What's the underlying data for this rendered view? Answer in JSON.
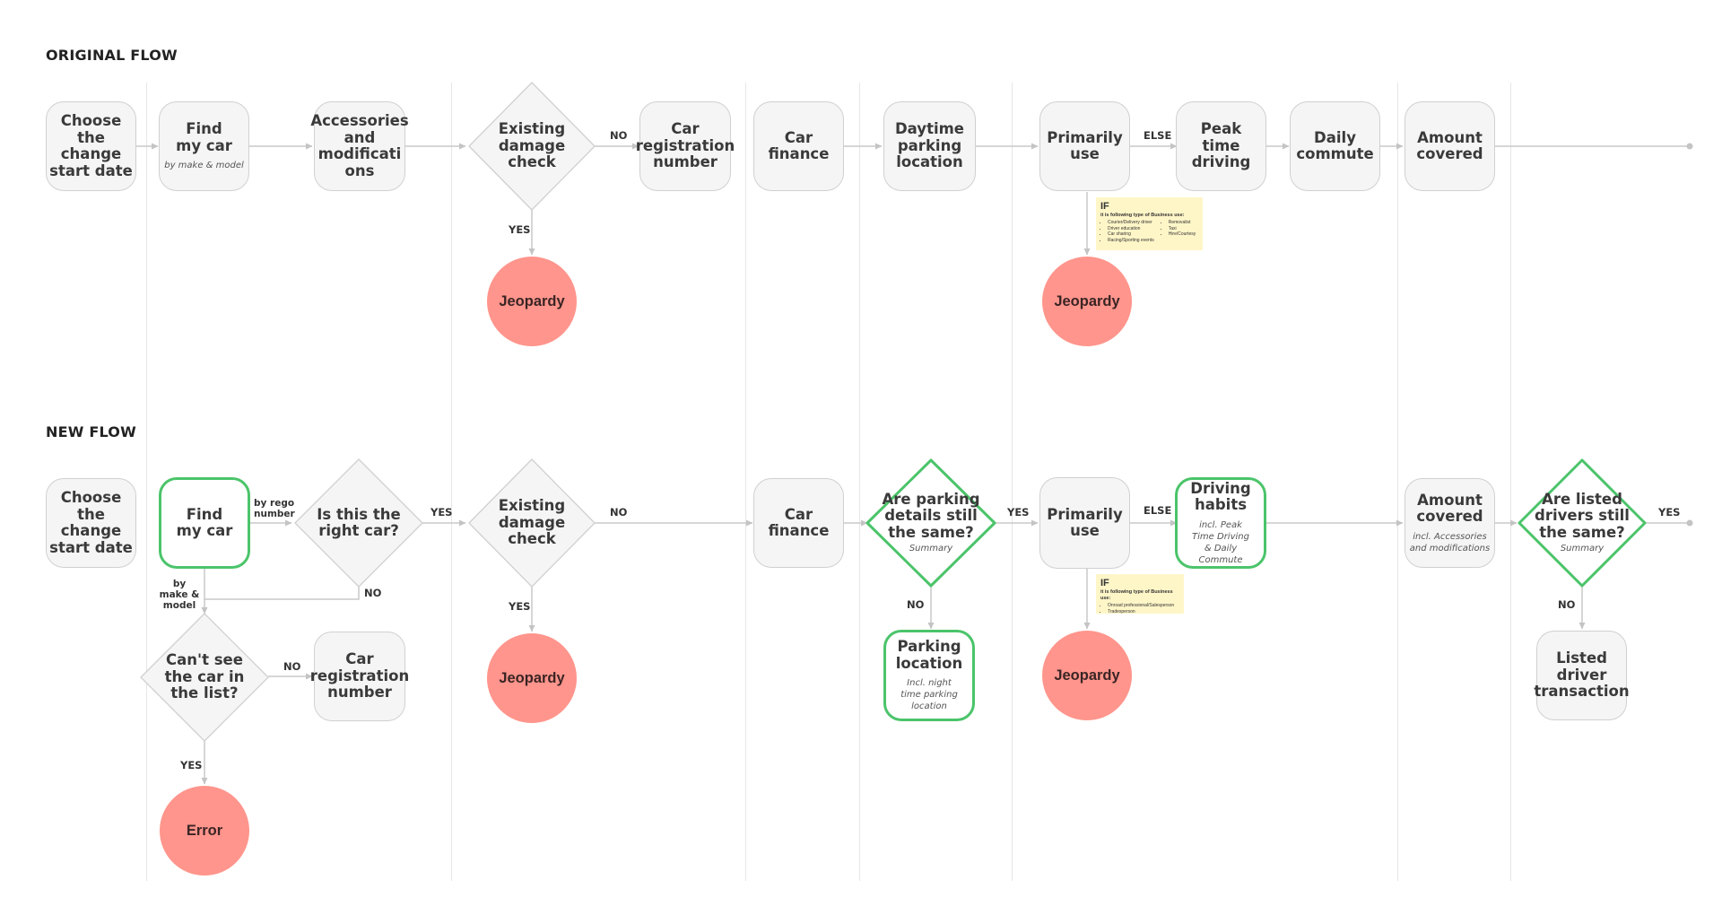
{
  "original": {
    "heading": "ORIGINAL FLOW",
    "choose": "Choose the change start date",
    "findcar": {
      "title": "Find my car",
      "sub": "by make & model"
    },
    "accessories": "Accessories and modificati ons",
    "damage": "Existing damage check",
    "rego": "Car registration number",
    "finance": "Car finance",
    "daytime": "Daytime parking location",
    "primarily": "Primarily use",
    "peak": "Peak time driving",
    "commute": "Daily commute",
    "amount": "Amount covered",
    "jeopardy1": "Jeopardy",
    "jeopardy2": "Jeopardy",
    "lbl_no": "NO",
    "lbl_yes": "YES",
    "lbl_else": "ELSE",
    "note": {
      "title": "IF",
      "line": "it is following type of Business use:",
      "col1": [
        "Courier/Delivery driver",
        "Driver education",
        "Car sharing",
        "Racing/Sporting events"
      ],
      "col2": [
        "Removalist",
        "Taxi",
        "Hire/Courtesy"
      ]
    }
  },
  "newflow": {
    "heading": "NEW FLOW",
    "choose": "Choose the change start date",
    "findcar": "Find my car",
    "rightcar": "Is this the right car?",
    "cantsee": "Can't see the car in the list?",
    "rego": "Car registration number",
    "error": "Error",
    "damage": "Existing damage check",
    "jeopardy1": "Jeopardy",
    "finance": "Car finance",
    "parkingq": {
      "title": "Are parking details still the same?",
      "sub": "Summary"
    },
    "parkingloc": {
      "title": "Parking location",
      "sub": "Incl. night time parking location"
    },
    "primarily": "Primarily use",
    "jeopardy2": "Jeopardy",
    "driving": {
      "title": "Driving habits",
      "sub": "incl. Peak Time Driving & Daily Commute"
    },
    "amount": {
      "title": "Amount covered",
      "sub": "incl. Accessories and modifications"
    },
    "drivers": {
      "title": "Are listed drivers still the same?",
      "sub": "Summary"
    },
    "listed": "Listed driver transaction",
    "lbl_byrego": "by rego number",
    "lbl_bymake": "by make & model",
    "lbl_yes1": "YES",
    "lbl_no1": "NO",
    "lbl_no2": "NO",
    "lbl_yes2": "YES",
    "lbl_no3": "NO",
    "lbl_yes3": "YES",
    "lbl_no4": "NO",
    "lbl_yes4": "YES",
    "lbl_else": "ELSE",
    "lbl_no5": "NO",
    "lbl_yes5": "YES",
    "note": {
      "title": "IF",
      "line": "it is following type of Business use:",
      "col1": [
        "Onroad professional/Salesperson",
        "Tradesperson"
      ]
    }
  },
  "colors": {
    "green": "#4bc46a",
    "jeopardy": "#ff958c",
    "note": "#fff6c8",
    "node": "#f5f5f5",
    "line": "#c4c4c4"
  }
}
